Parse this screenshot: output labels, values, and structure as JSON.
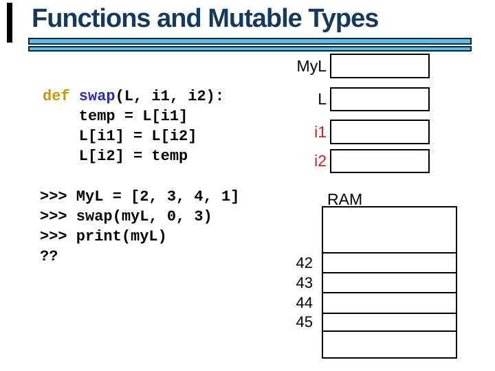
{
  "slide": {
    "title": "Functions and Mutable Types"
  },
  "code": {
    "def_line": {
      "keyword": "def",
      "function": " swap",
      "args": "(L, i1, i2):"
    },
    "body_lines": [
      "    temp = L[i1]",
      "    L[i1] = L[i2]",
      "    L[i2] = temp"
    ]
  },
  "console": {
    "lines": [
      ">>> MyL = [2, 3, 4, 1]",
      ">>> swap(myL, 0, 3)",
      ">>> print(myL)",
      "??"
    ]
  },
  "variables": [
    {
      "name": "MyL",
      "label_color": "#000000"
    },
    {
      "name": "L",
      "label_color": "#000000"
    },
    {
      "name": "i1",
      "label_color": "#CC2222"
    },
    {
      "name": "i2",
      "label_color": "#CC2222"
    }
  ],
  "ram": {
    "label": "RAM",
    "addresses": [
      "42",
      "43",
      "44",
      "45"
    ]
  },
  "colors": {
    "title": "#14395F",
    "bar_fill": "#54C0E8",
    "bar_border": "#0B2135",
    "accent_bar": "#000000",
    "keyword": "#C99700",
    "function_name": "#2929C4",
    "code_text": "#000000",
    "red_label": "#CC2222",
    "box_border": "#000000"
  }
}
